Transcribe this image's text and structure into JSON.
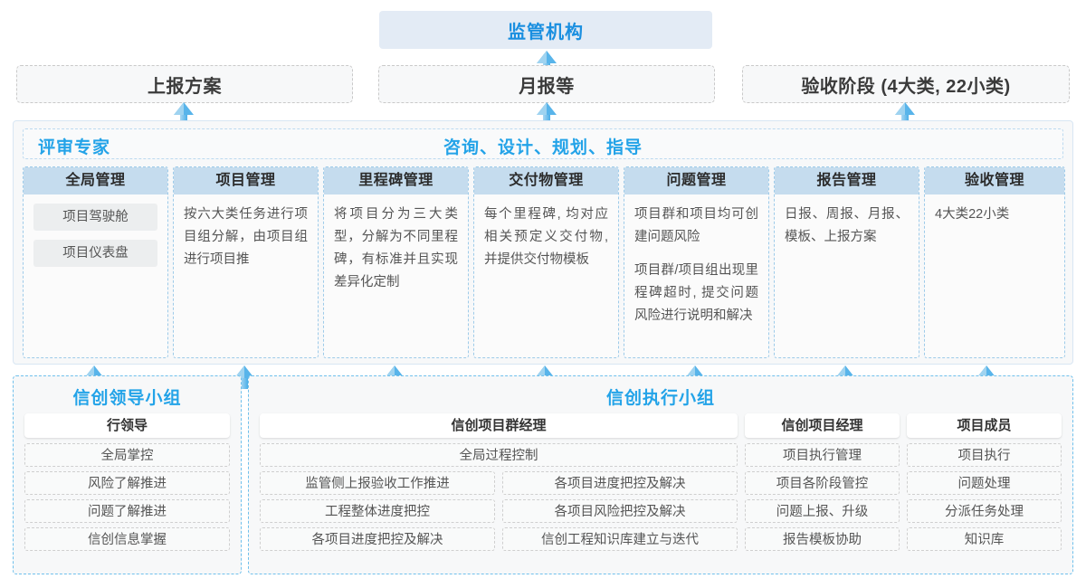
{
  "top": {
    "regulator": "监管机构",
    "deliverables": [
      {
        "label": "上报方案"
      },
      {
        "label": "月报等"
      },
      {
        "label": "验收阶段 (4大类, 22小类)"
      }
    ]
  },
  "consulting": {
    "left_title": "评审专家",
    "center_title": "咨询、设计、规划、指导",
    "columns": [
      {
        "title": "全局管理",
        "pills": [
          "项目驾驶舱",
          "项目仪表盘"
        ],
        "paragraphs": []
      },
      {
        "title": "项目管理",
        "pills": [],
        "paragraphs": [
          "按六大类任务进行项目组分解，由项目组进行项目推"
        ]
      },
      {
        "title": "里程碑管理",
        "pills": [],
        "paragraphs": [
          "将项目分为三大类型，分解为不同里程碑，有标准并且实现差异化定制"
        ]
      },
      {
        "title": "交付物管理",
        "pills": [],
        "paragraphs": [
          "每个里程碑, 均对应相关预定义交付物, 并提供交付物模板"
        ]
      },
      {
        "title": "问题管理",
        "pills": [],
        "paragraphs": [
          "项目群和项目均可创建问题风险",
          "项目群/项目组出现里程碑超时, 提交问题风险进行说明和解决"
        ]
      },
      {
        "title": "报告管理",
        "pills": [],
        "paragraphs": [
          "日报、周报、月报、模板、上报方案"
        ]
      },
      {
        "title": "验收管理",
        "pills": [],
        "paragraphs": [
          "4大类22小类"
        ]
      }
    ]
  },
  "bottom": {
    "leader_group": {
      "title": "信创领导小组",
      "role": "行领导",
      "tasks": [
        "全局掌控",
        "风险了解推进",
        "问题了解推进",
        "信创信息掌握"
      ]
    },
    "exec_group": {
      "title": "信创执行小组",
      "roles": [
        {
          "name": "信创项目群经理",
          "full_width_task": "全局过程控制",
          "left_tasks": [
            "监管侧上报验收工作推进",
            "工程整体进度把控",
            "各项目进度把控及解决"
          ],
          "right_tasks": [
            "各项目进度把控及解决",
            "各项目风险把控及解决",
            "信创工程知识库建立与迭代"
          ]
        },
        {
          "name": "信创项目经理",
          "tasks": [
            "项目执行管理",
            "项目各阶段管控",
            "问题上报、升级",
            "报告模板协助"
          ]
        },
        {
          "name": "项目成员",
          "tasks": [
            "项目执行",
            "问题处理",
            "分派任务处理",
            "知识库"
          ]
        }
      ]
    }
  },
  "colors": {
    "accent": "#23a3e8",
    "header_fill": "#c5dcee",
    "regulator_fill": "#e3ebf5",
    "arrow": "#58b4ea"
  }
}
